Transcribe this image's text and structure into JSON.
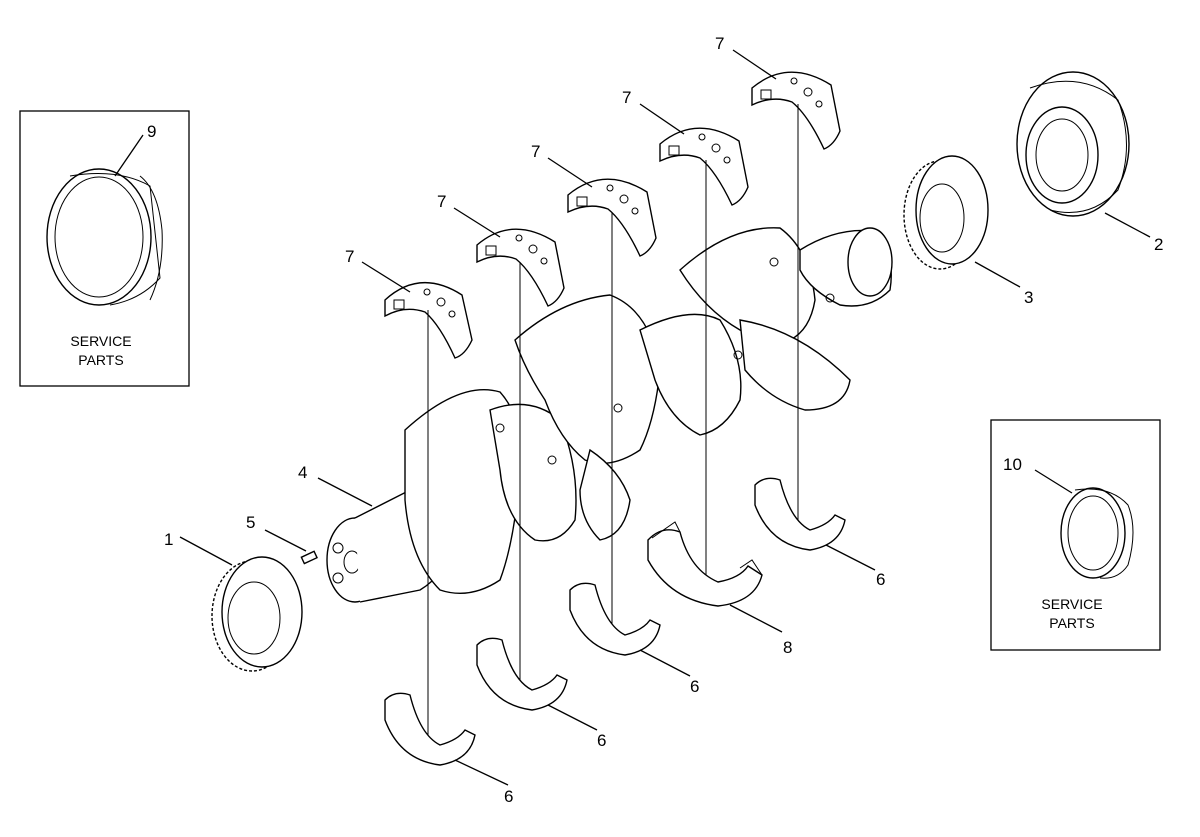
{
  "diagram": {
    "callouts": {
      "c1": "1",
      "c2": "2",
      "c3": "3",
      "c4": "4",
      "c5": "5",
      "c6a": "6",
      "c6b": "6",
      "c6c": "6",
      "c6d": "6",
      "c7a": "7",
      "c7b": "7",
      "c7c": "7",
      "c7d": "7",
      "c7e": "7",
      "c8": "8",
      "c9": "9",
      "c10": "10"
    },
    "service_box_left": {
      "line1": "SERVICE",
      "line2": "PARTS"
    },
    "service_box_right": {
      "line1": "SERVICE",
      "line2": "PARTS"
    }
  }
}
